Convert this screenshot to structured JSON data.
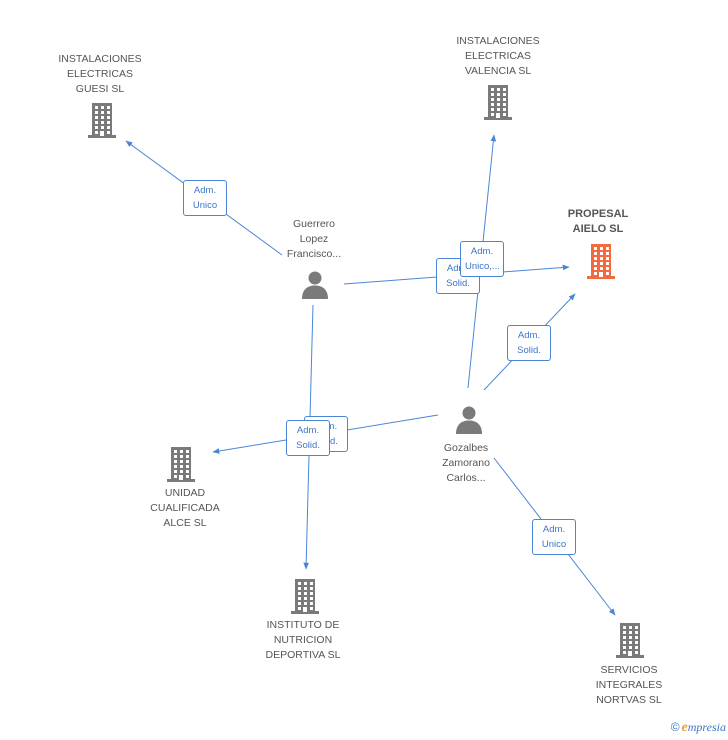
{
  "colors": {
    "edge": "#4a86d6",
    "node": "#7a7a7a",
    "highlight": "#f26a3d"
  },
  "nodes": [
    {
      "id": "guesi",
      "kind": "company",
      "label": "INSTALACIONES\nELECTRICAS\nGUESI SL"
    },
    {
      "id": "valencia",
      "kind": "company",
      "label": "INSTALACIONES\nELECTRICAS\nVALENCIA SL"
    },
    {
      "id": "propesal",
      "kind": "company",
      "highlight": true,
      "label": "PROPESAL\nAIELO SL"
    },
    {
      "id": "guerrero",
      "kind": "person",
      "label": "Guerrero\nLopez\nFrancisco..."
    },
    {
      "id": "gozalbes",
      "kind": "person",
      "label": "Gozalbes\nZamorano\nCarlos..."
    },
    {
      "id": "alce",
      "kind": "company",
      "label": "UNIDAD\nCUALIFICADA\nALCE SL"
    },
    {
      "id": "instituto",
      "kind": "company",
      "label": "INSTITUTO DE\nNUTRICION\nDEPORTIVA  SL"
    },
    {
      "id": "nortvas",
      "kind": "company",
      "label": "SERVICIOS\nINTEGRALES\nNORTVAS  SL"
    }
  ],
  "edges": [
    {
      "from": "guerrero",
      "to": "guesi",
      "label": "Adm.\nUnico"
    },
    {
      "from": "guerrero",
      "to": "propesal",
      "label": "Adm.\nSolid."
    },
    {
      "from": "gozalbes",
      "to": "valencia",
      "label": "Adm.\nUnico,..."
    },
    {
      "from": "gozalbes",
      "to": "propesal",
      "label": "Adm.\nSolid."
    },
    {
      "from": "guerrero",
      "to": "instituto",
      "label": "Adm.\nSolid."
    },
    {
      "from": "gozalbes",
      "to": "alce",
      "label": "Adm.\nSolid."
    },
    {
      "from": "gozalbes",
      "to": "nortvas",
      "label": "Adm.\nUnico"
    }
  ],
  "footer": {
    "copyright": "©",
    "brand_initial": "e",
    "brand_rest": "mpresia"
  }
}
